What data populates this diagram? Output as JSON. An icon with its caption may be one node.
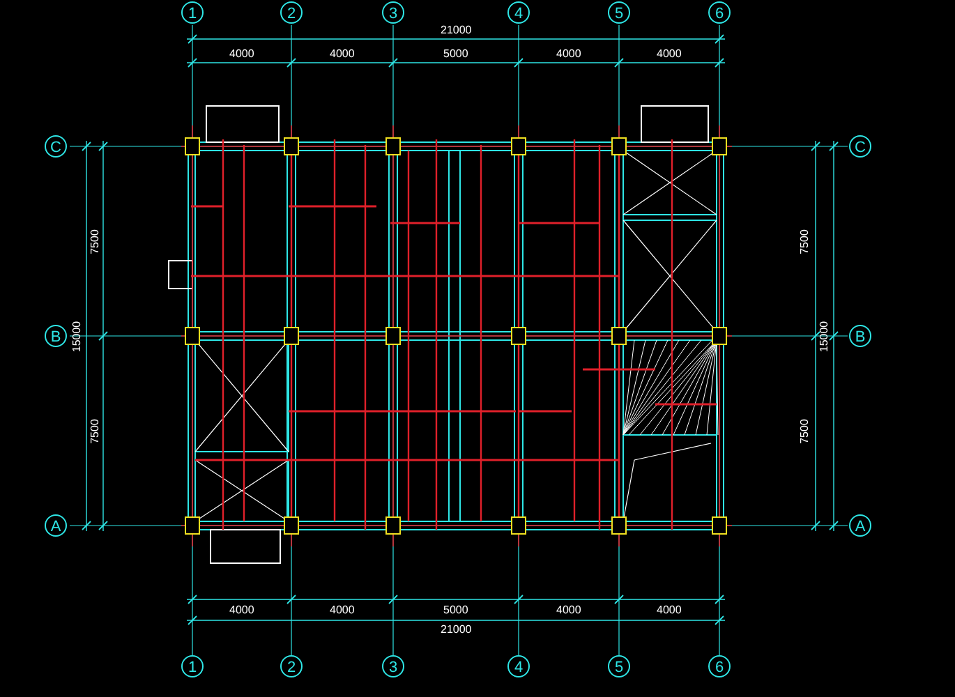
{
  "diagram": {
    "labels": [
      "1",
      "2",
      "3",
      "4",
      "5",
      "6",
      "21000",
      "4000",
      "4000",
      "5000",
      "4000",
      "4000",
      "C",
      "C",
      "7500",
      "15000",
      "7500",
      "15000",
      "B",
      "B",
      "7500",
      "7500",
      "A",
      "A",
      "4000",
      "4000",
      "5000",
      "4000",
      "4000",
      "21000",
      "1",
      "2",
      "3",
      "4",
      "5",
      "6"
    ]
  }
}
